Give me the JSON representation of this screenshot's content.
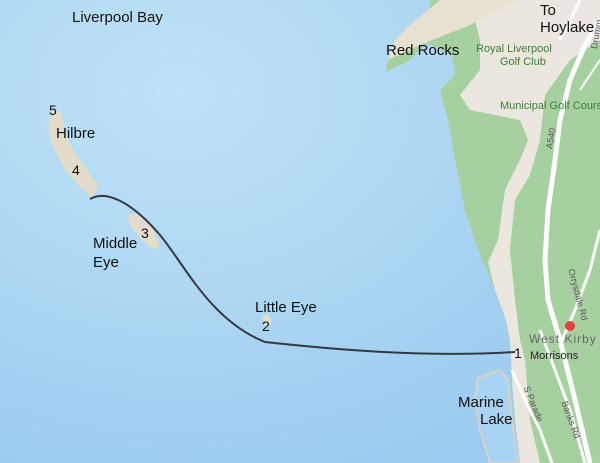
{
  "place_labels": {
    "liverpool_bay": "Liverpool Bay",
    "to_hoylake_line1": "To",
    "to_hoylake_line2": "Hoylake",
    "red_rocks": "Red Rocks",
    "hilbre": "Hilbre",
    "middle_eye_line1": "Middle",
    "middle_eye_line2": "Eye",
    "little_eye": "Little Eye",
    "marine_lake_line1": "Marine",
    "marine_lake_line2": "Lake",
    "west_kirby": "West Kirby",
    "morrisons": "Morrisons"
  },
  "poi_labels": {
    "golf_club_line1": "Royal Liverpool",
    "golf_club_line2": "Golf Club",
    "municipal_golf": "Municipal Golf Course"
  },
  "road_labels": {
    "a540": "A540",
    "orrysdale": "Orrysdale Rd",
    "s_parade": "S Parade",
    "banks_rd": "Banks Rd",
    "drummond": "Drumm"
  },
  "waypoints": [
    "1",
    "2",
    "3",
    "4",
    "5"
  ],
  "colors": {
    "sea": "#a9d3f2",
    "land": "#a7d0a0",
    "urban": "#ebe7de",
    "sand": "#dcd5c0",
    "route": "#333a44",
    "road": "#ffffff"
  }
}
